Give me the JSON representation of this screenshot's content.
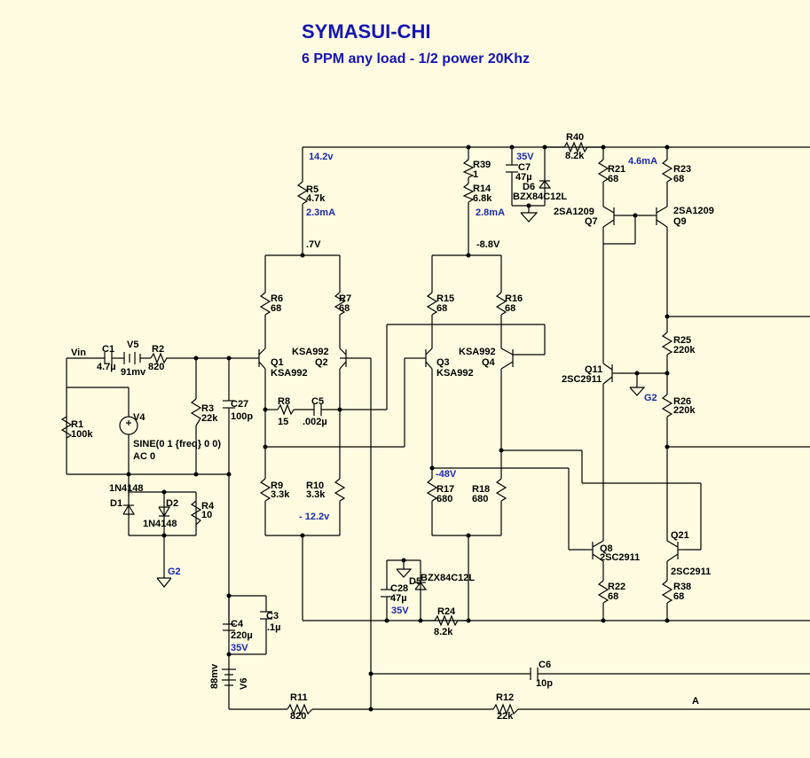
{
  "title": "SYMASUI-CHI",
  "subtitle": "6 PPM  any load - 1/2 power 20Khz",
  "labels": {
    "vin": "Vin",
    "c1": "C1",
    "c1v": "4.7µ",
    "v5": "V5",
    "v5v": "91mv",
    "r2": "R2",
    "r2v": "820",
    "r1": "R1",
    "r1v": "100k",
    "v4": "V4",
    "sine": "SINE(0 1 {freq} 0 0)",
    "ac": "AC 0",
    "r3": "R3",
    "r3v": "22k",
    "c27": "C27",
    "c27v": "100p",
    "d1n": "1N4148",
    "d1": "D1",
    "d2": "D2",
    "d2n": "1N4148",
    "r4": "R4",
    "r4v": "10",
    "g2a": "G2",
    "c4": "C4",
    "c4v": "220µ",
    "c4r": "35V",
    "c3": "C3",
    "c3v": ".1µ",
    "v6": "V6",
    "v6v": "88mv",
    "r11": "R11",
    "r11v": "820",
    "r12": "R12",
    "r12v": "22k",
    "a": "A",
    "c6": "C6",
    "c6v": "10p",
    "v14": "14.2v",
    "r5": "R5",
    "r5v": "4.7k",
    "i5": "2.3mA",
    "n7v": ".7V",
    "r6": "R6",
    "r6v": "68",
    "r7": "R7",
    "r7v": "68",
    "q1": "Q1",
    "q1m": "KSA992",
    "q2": "Q2",
    "q2m": "KSA992",
    "r8": "R8",
    "r8v": "15",
    "c5": "C5",
    "c5v": ".002µ",
    "r9": "R9",
    "r9v": "3.3k",
    "r10": "R10",
    "r10v": "3.3k",
    "n12v": "- 12.2v",
    "r39": "R39",
    "r39v": "1",
    "r14": "R14",
    "r14v": "6.8k",
    "i14": "2.8mA",
    "c7r": "35V",
    "c7": "C7",
    "c7v": "47µ",
    "d6": "D6",
    "d6n": "BZX84C12L",
    "n88v": "-8.8V",
    "r15": "R15",
    "r15v": "68",
    "r16": "R16",
    "r16v": "68",
    "q3": "Q3",
    "q3m": "KSA992",
    "q4": "Q4",
    "q4m": "KSA992",
    "n48v": "-48V",
    "r17": "R17",
    "r17v": "680",
    "r18": "R18",
    "r18v": "680",
    "d5": "D5",
    "d5n": "BZX84C12L",
    "c28": "C28",
    "c28v": "47µ",
    "c28r": "35V",
    "r24": "R24",
    "r24v": "8.2k",
    "r40": "R40",
    "r40v": "8.2k",
    "r21": "R21",
    "r21v": "68",
    "i46": "4.6mA",
    "r23": "R23",
    "r23v": "68",
    "q7m": "2SA1209",
    "q7": "Q7",
    "q9m": "2SA1209",
    "q9": "Q9",
    "r25": "R25",
    "r25v": "220k",
    "q11": "Q11",
    "q11m": "2SC2911",
    "g2b": "G2",
    "r26": "R26",
    "r26v": "220k",
    "q8": "Q8",
    "q8m": "2SC2911",
    "q21": "Q21",
    "q21m": "2SC2911",
    "r22": "R22",
    "r22v": "68",
    "r38": "R38",
    "r38v": "68"
  }
}
